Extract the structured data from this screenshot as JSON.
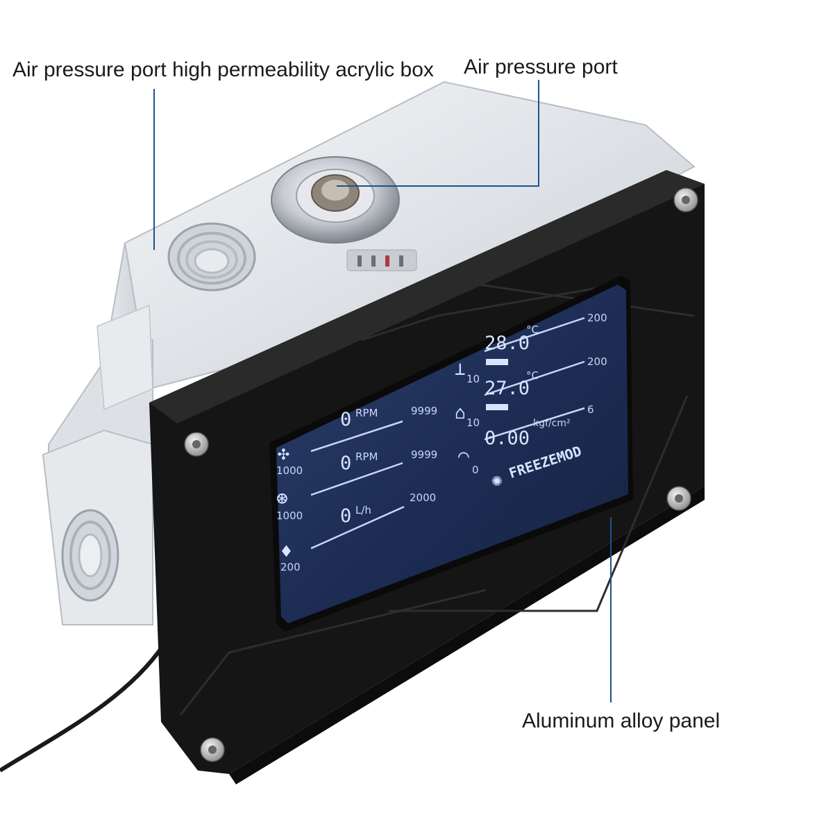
{
  "callouts": {
    "box": "Air pressure port high permeability acrylic box",
    "port": "Air pressure port",
    "panel": "Aluminum alloy panel"
  },
  "display": {
    "left": [
      {
        "value": "0",
        "unit": "RPM",
        "max": "9999",
        "min": "1000",
        "icon": "fan-icon"
      },
      {
        "value": "0",
        "unit": "RPM",
        "max": "9999",
        "min": "1000",
        "icon": "pump-icon"
      },
      {
        "value": "0",
        "unit": "L/h",
        "max": "2000",
        "min": "200",
        "icon": "flow-drop-icon"
      }
    ],
    "right": [
      {
        "value": "28.0",
        "unit": "°C",
        "max": "200",
        "min": "10",
        "icon": "water-temp-icon",
        "level": 0.1
      },
      {
        "value": "27.0",
        "unit": "°C",
        "max": "200",
        "min": "10",
        "icon": "room-temp-icon",
        "level": 0.1
      },
      {
        "value": "0.00",
        "unit": "kgf/cm²",
        "max": "6",
        "min": "0",
        "icon": "pressure-gauge-icon"
      }
    ],
    "brand": "FREEZEMOD"
  },
  "colors": {
    "lcd_bg": "#1c2c52",
    "lcd_text": "#d6e4ff",
    "panel": "#141414",
    "leader": "#1f4f8f"
  }
}
